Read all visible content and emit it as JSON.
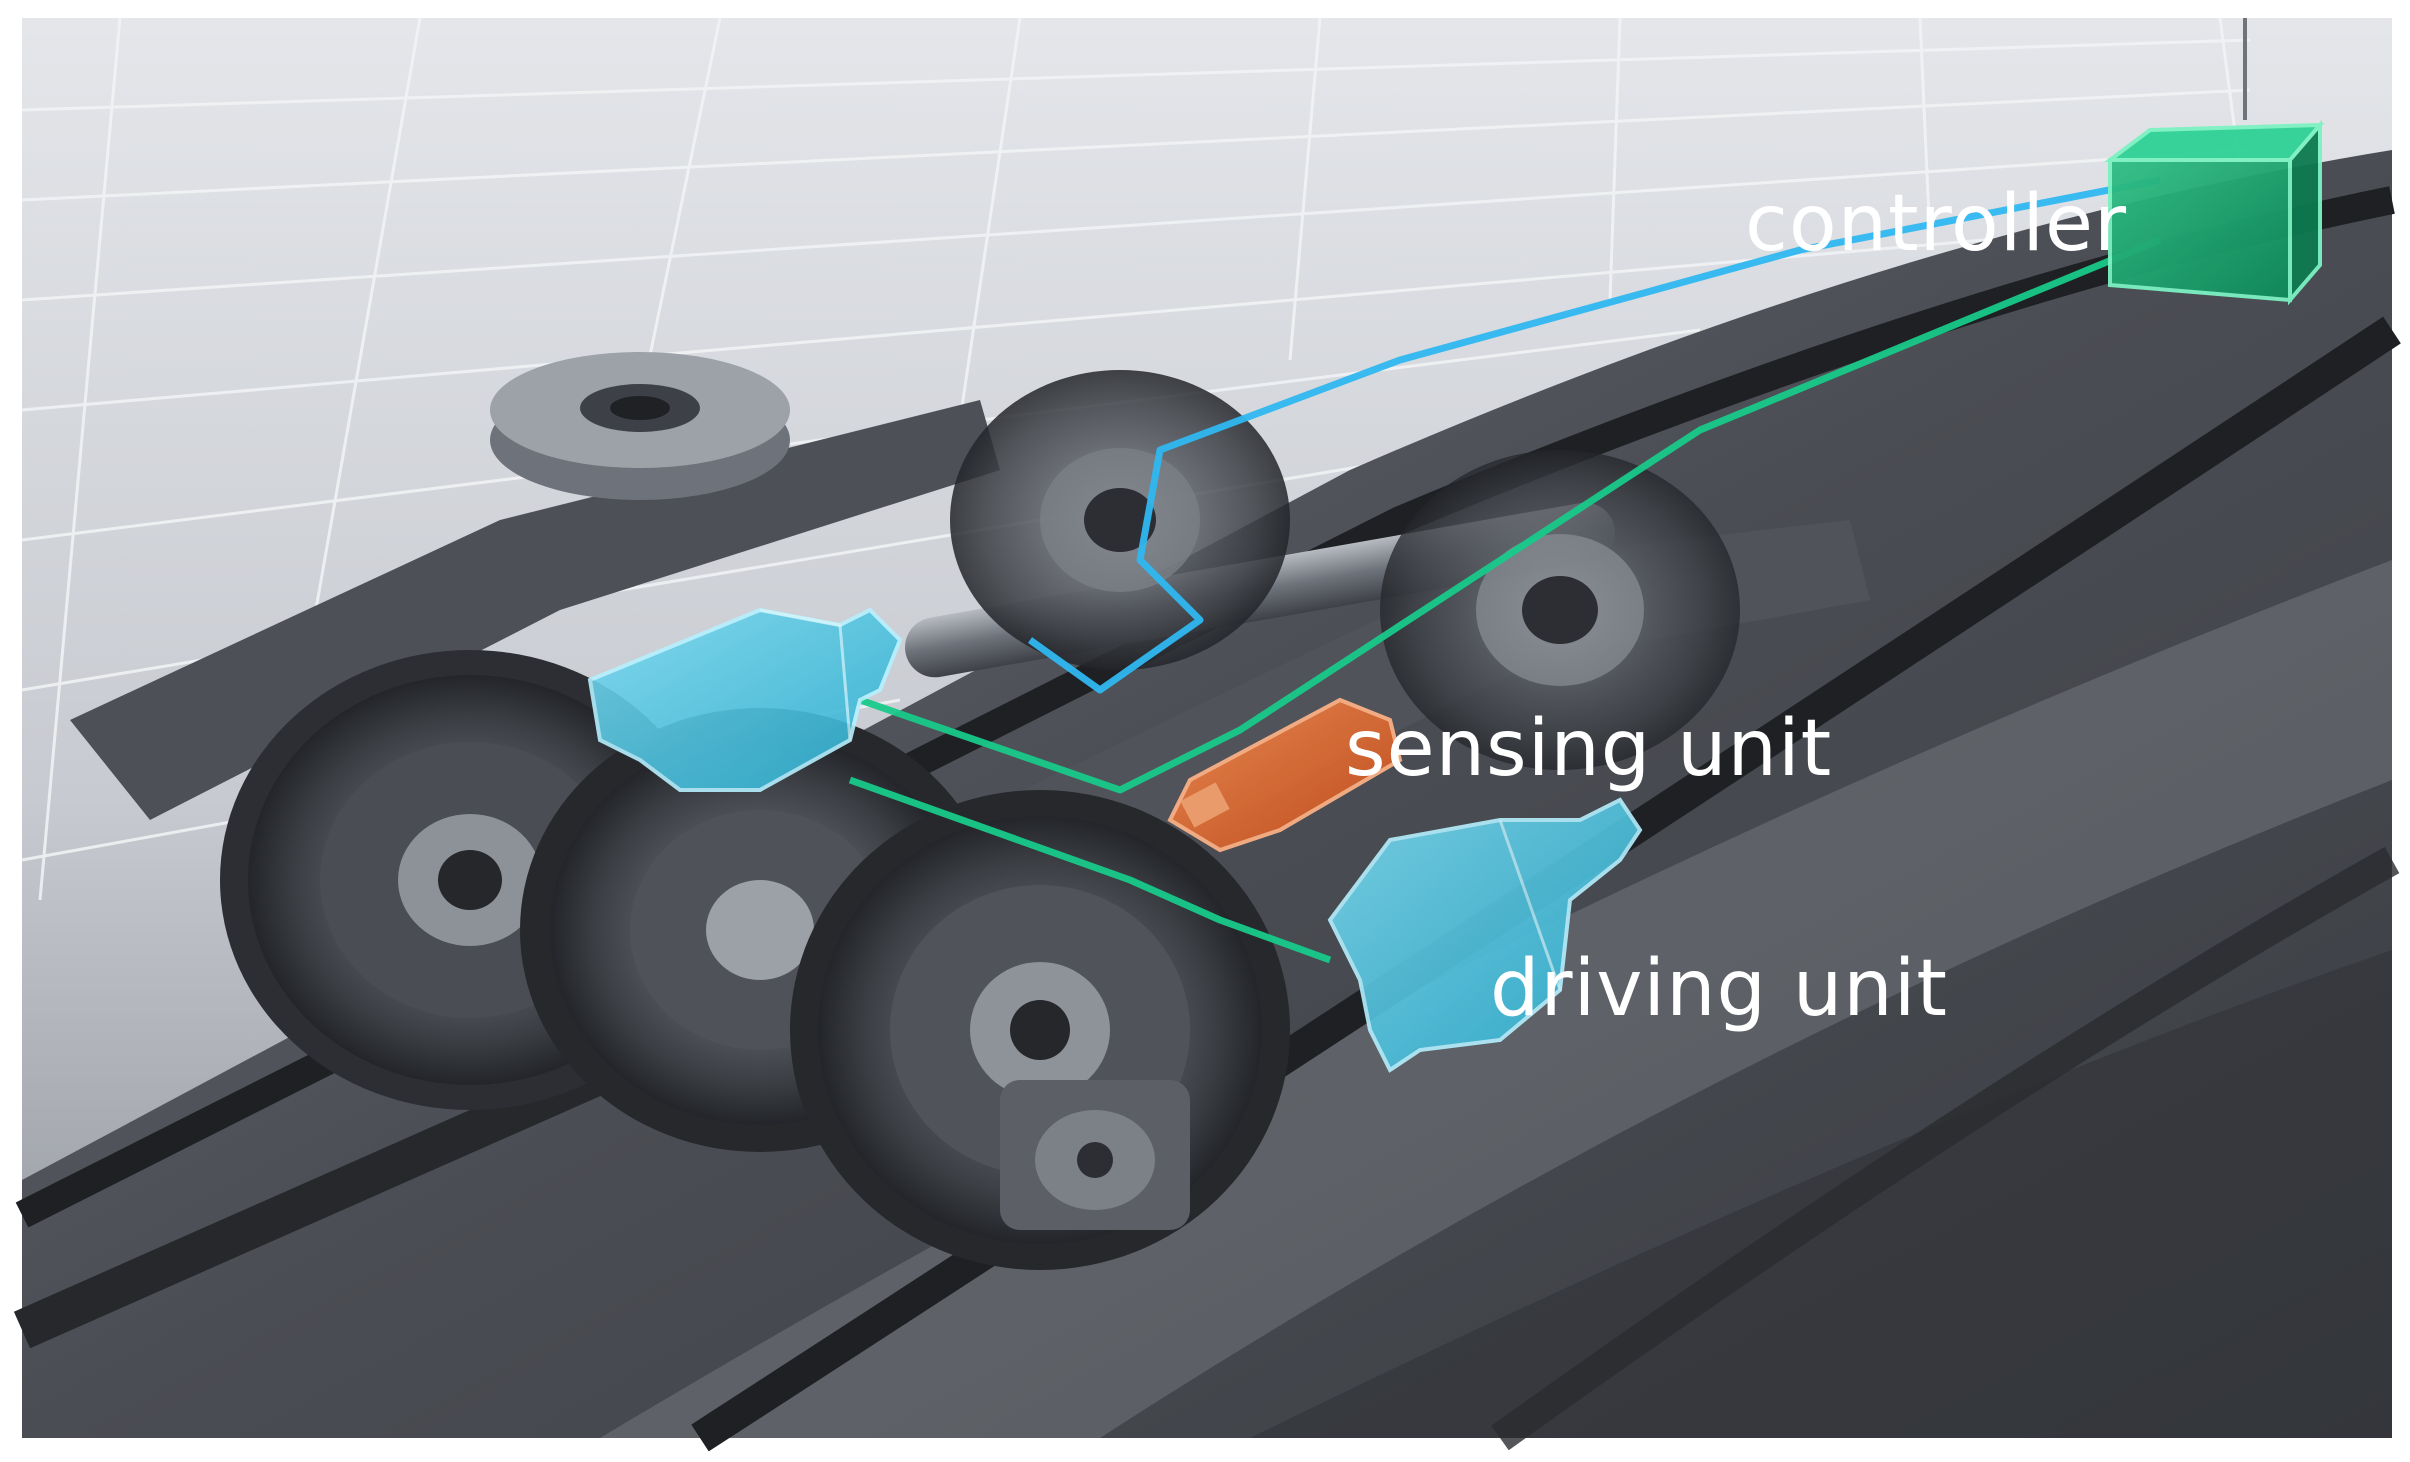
{
  "labels": {
    "controller": "controller",
    "sensing_unit": "sensing unit",
    "driving_unit": "driving unit"
  },
  "components": [
    {
      "name": "controller",
      "color": "#16a06c"
    },
    {
      "name": "sensing unit",
      "color": "#e2622a"
    },
    {
      "name": "driving unit (front)",
      "color": "#3fc2de"
    },
    {
      "name": "driving unit (rear)",
      "color": "#3fc2de"
    }
  ],
  "wiring_colors": {
    "signal": "#2fb7f0",
    "power": "#18c98a"
  },
  "background_colors": {
    "floor": "#d5d8dd",
    "grid_line": "#eef0f3",
    "track_bed": "#4a4d52",
    "rail": "#2a2c30",
    "bogie_frame": "#55585e",
    "wheel_outer": "#3b3d42",
    "wheel_rim": "#8e9299",
    "axle": "#6d7178"
  }
}
